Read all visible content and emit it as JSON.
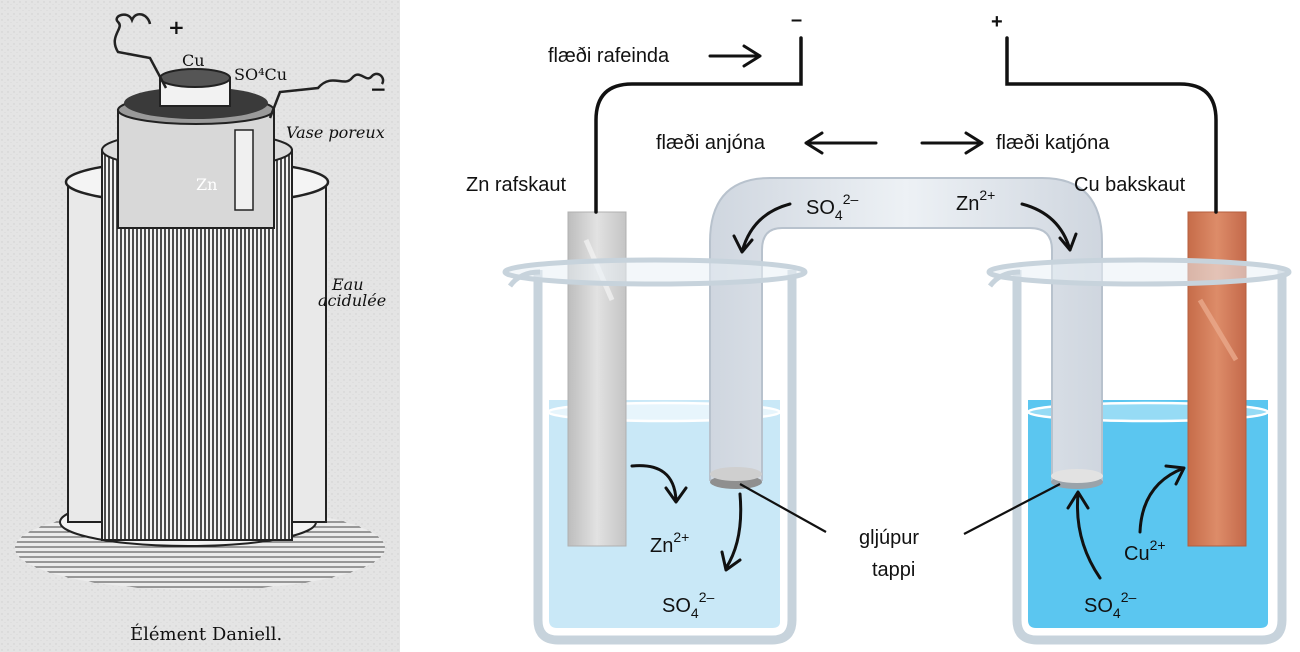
{
  "engraving": {
    "plus": "+",
    "minus": "−",
    "cu": "Cu",
    "so4cu": "SO⁴Cu",
    "zn": "Zn",
    "vase_poreux": "Vase poreux",
    "eau_1": "Eau",
    "eau_2": "acidulée",
    "caption": "Élément Daniell."
  },
  "cell": {
    "terminal_minus": "–",
    "terminal_plus": "+",
    "electron_flow": "flæði rafeinda",
    "anion_flow": "flæði anjóna",
    "cation_flow": "flæði katjóna",
    "anode_label": "Zn rafskaut",
    "cathode_label": "Cu bakskaut",
    "bridge_sulfate": {
      "base": "SO",
      "sub": "4",
      "sup": "2–"
    },
    "bridge_zinc": {
      "base": "Zn",
      "sup": "2+"
    },
    "left_zinc": {
      "base": "Zn",
      "sup": "2+"
    },
    "left_sulfate": {
      "base": "SO",
      "sub": "4",
      "sup": "2–"
    },
    "right_copper": {
      "base": "Cu",
      "sup": "2+"
    },
    "right_sulfate": {
      "base": "SO",
      "sub": "4",
      "sup": "2–"
    },
    "plug_label_1": "gljúpur",
    "plug_label_2": "tappi"
  },
  "colors": {
    "zinc": "#d4d4d4",
    "copper": "#d27c59",
    "left_solution": "#c9e8f7",
    "right_solution": "#5bc6f0",
    "glass": "#dfe8ef",
    "bridge": "#dde3ea"
  }
}
